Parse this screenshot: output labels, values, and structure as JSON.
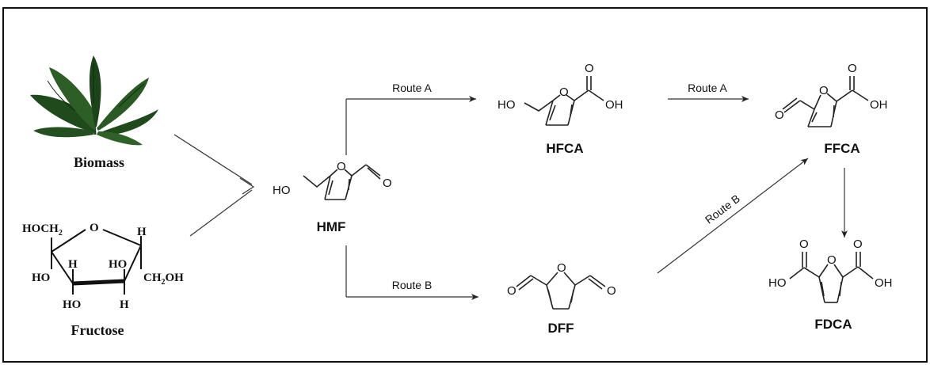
{
  "diagram": {
    "compounds": {
      "biomass": {
        "label": "Biomass"
      },
      "fructose": {
        "label": "Fructose",
        "ring_atoms": {
          "hoch2": "HOCH",
          "hoch2_sub": "2",
          "o": "O",
          "h_top": "H",
          "h_mid": "H",
          "ho_mid": "HO",
          "ho_left": "HO",
          "ch2oh": "CH",
          "ch2oh_sub": "2",
          "ch2oh_tail": "OH",
          "ho_bottom": "HO",
          "h_bottom": "H"
        }
      },
      "hmf": {
        "label": "HMF",
        "atoms": {
          "ho": "HO",
          "o_ring": "O",
          "o_ald": "O"
        }
      },
      "hfca": {
        "label": "HFCA",
        "atoms": {
          "ho": "HO",
          "o_ring": "O",
          "o_top": "O",
          "oh": "OH"
        }
      },
      "ffca": {
        "label": "FFCA",
        "atoms": {
          "o_ald": "O",
          "o_ring": "O",
          "o_top": "O",
          "oh": "OH"
        }
      },
      "dff": {
        "label": "DFF",
        "atoms": {
          "o_left": "O",
          "o_ring": "O",
          "o_right": "O"
        }
      },
      "fdca": {
        "label": "FDCA",
        "atoms": {
          "ho": "HO",
          "o_left_top": "O",
          "o_ring": "O",
          "o_right_top": "O",
          "oh": "OH"
        }
      }
    },
    "routes": {
      "hmf_hfca": "Route A",
      "hfca_ffca": "Route A",
      "hmf_dff": "Route B",
      "dff_ffca": "Route B"
    }
  }
}
